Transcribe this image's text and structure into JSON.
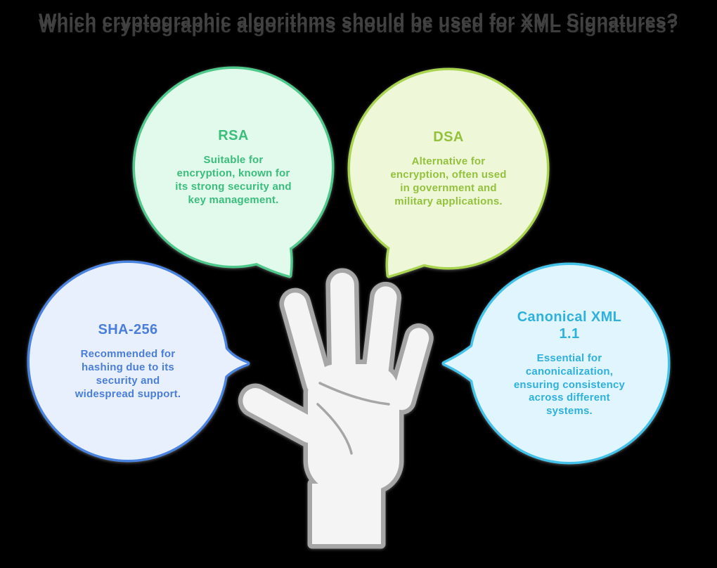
{
  "page": {
    "title": "Which cryptographic algorithms should be used for XML Signatures?"
  },
  "colors": {
    "background": "#000000",
    "title": "#424242",
    "hand_fill": "#f4f4f4",
    "hand_outline": "#a6a6a6"
  },
  "bubbles": [
    {
      "name": "rsa",
      "title": "RSA",
      "body": "Suitable for\nencryption, known for\nits strong security and\nkey management.",
      "fill": "#e1faec",
      "border": "#4fc98b",
      "text_color": "#3bbd7c"
    },
    {
      "name": "dsa",
      "title": "DSA",
      "body": "Alternative for\nencryption, often used\nin government and\nmilitary applications.",
      "fill": "#eef8d8",
      "border": "#a9d44f",
      "text_color": "#94c13d"
    },
    {
      "name": "sha256",
      "title": "SHA-256",
      "body": "Recommended for\nhashing due to its\nsecurity and\nwidespread support.",
      "fill": "#e8f0fd",
      "border": "#4b83e0",
      "text_color": "#4a7ed8"
    },
    {
      "name": "canonical-xml-1-1",
      "title": "Canonical XML\n1.1",
      "body": "Essential for\ncanonicalization,\nensuring consistency\nacross different\nsystems.",
      "fill": "#e0f5fd",
      "border": "#45c2ea",
      "text_color": "#2fb0dd"
    }
  ],
  "hand": {
    "label": "open-hand-five-fingers"
  }
}
